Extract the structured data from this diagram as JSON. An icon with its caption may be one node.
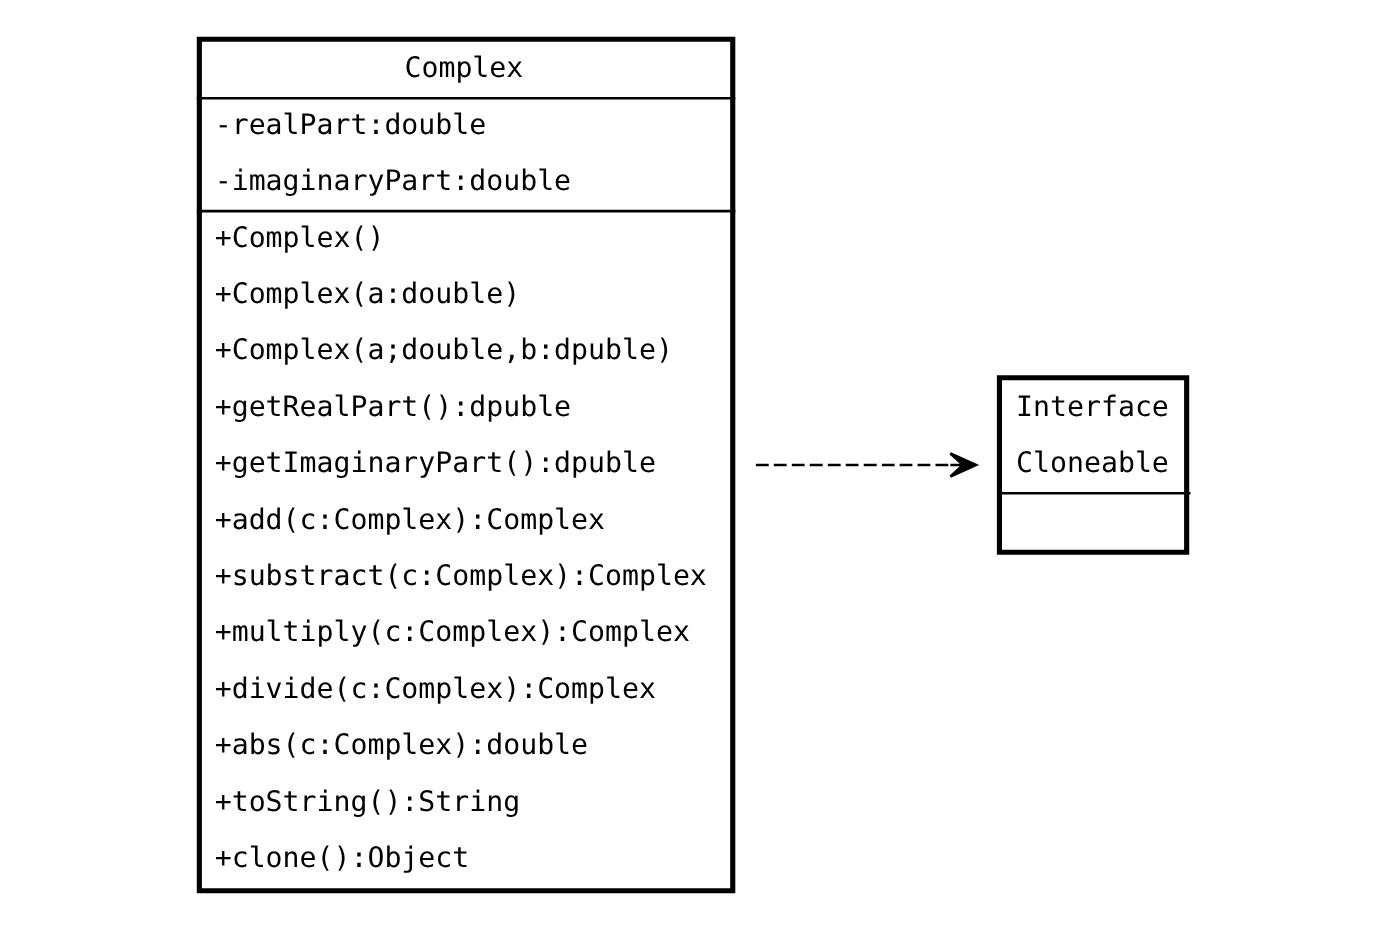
{
  "diagram": {
    "nodes": [
      {
        "text": [
          "Complex",
          "-realPart:double",
          "-imaginaryPart:double",
          "+Complex()",
          "+Complex(a:double)",
          "+Complex(a;double,b:dpuble)",
          "+getRealPart():dpuble",
          "+getImaginaryPart():dpuble",
          "+add(c:Complex):Complex",
          "+substract(c:Complex):Complex",
          "+multiply(c:Complex):Complex",
          "+divide(c:Complex):Complex",
          "+abs(c:Complex):double",
          "+toString():String",
          "+clone():Object"
        ]
      },
      {
        "text": [
          "Interface",
          "Cloneable"
        ]
      }
    ],
    "edges": [
      {
        "from": 0,
        "to": 1,
        "arrow": "to",
        "style": "dashed"
      }
    ]
  }
}
